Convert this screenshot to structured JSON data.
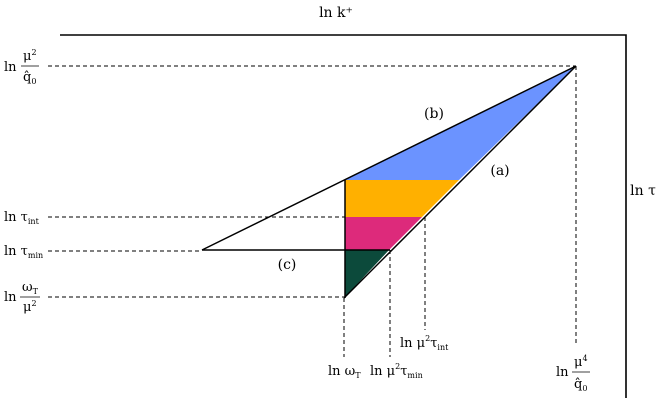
{
  "labels": {
    "top_axis": "ln k⁺",
    "right_axis": "ln τ",
    "curve_a": "(a)",
    "curve_b": "(b)",
    "curve_c": "(c)",
    "left_top": {
      "ln": "ln",
      "num": "μ",
      "num_sup": "2",
      "den": "q̂",
      "den_sub": "0"
    },
    "left_tau_int": {
      "ln": "ln τ",
      "sub": "int"
    },
    "left_tau_min": {
      "ln": "ln τ",
      "sub": "min"
    },
    "left_omega": {
      "ln": "ln",
      "num": "ω",
      "num_sub": "T",
      "den": "μ",
      "den_sup": "2"
    },
    "bottom_omega": {
      "ln": "ln ω",
      "sub": "T"
    },
    "bottom_mu2taumin": {
      "ln": "ln μ",
      "sup": "2",
      "tau": "τ",
      "sub": "min"
    },
    "bottom_mu2tauint": {
      "ln": "ln μ",
      "sup": "2",
      "tau": "τ",
      "sub": "int"
    },
    "bottom_mu4": {
      "ln": "ln",
      "num": "μ",
      "num_sup": "4",
      "den": "q̂",
      "den_sub": "0"
    }
  },
  "colors": {
    "blue_region": "#6b93ff",
    "orange_region": "#ffb000",
    "magenta_region": "#dd2a7b",
    "green_region": "#0c4a3b",
    "line": "#000000"
  }
}
